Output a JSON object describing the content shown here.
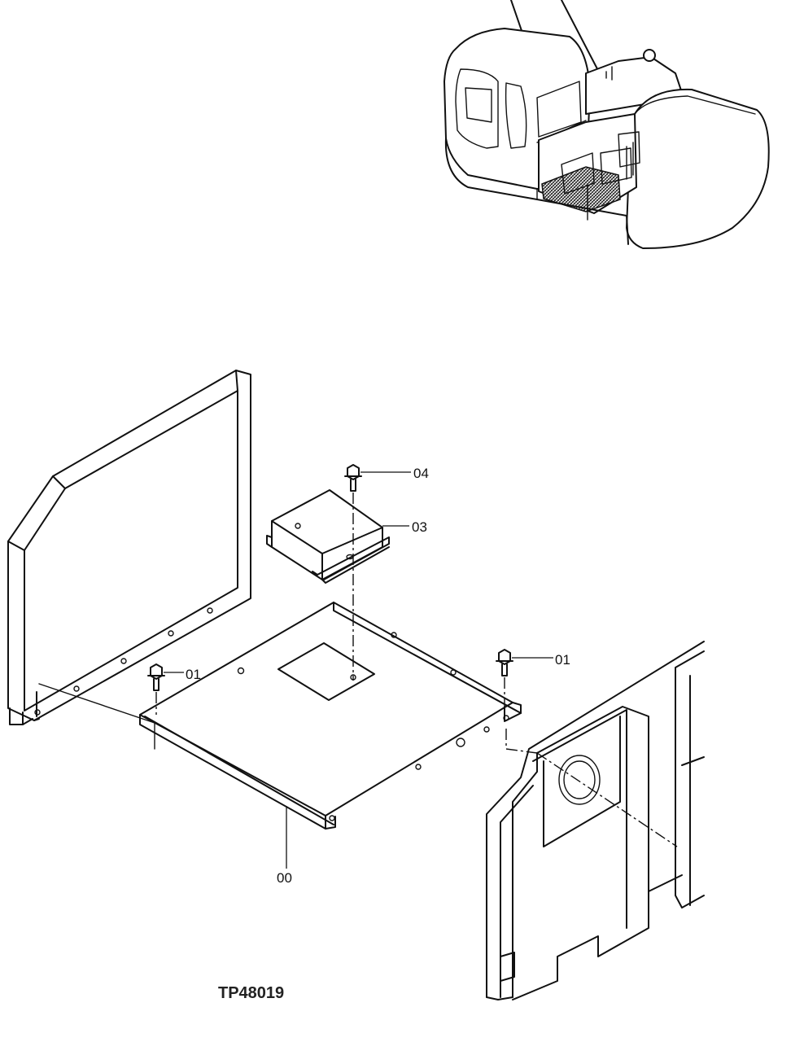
{
  "drawing_number": "TP48019",
  "callouts": {
    "bolt_top": "04",
    "controller": "03",
    "bolt_right": "01",
    "bolt_left": "01",
    "plate": "00"
  }
}
